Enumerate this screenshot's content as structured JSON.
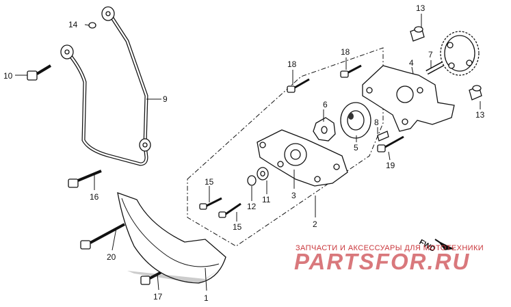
{
  "diagram": {
    "callouts": {
      "c1": "1",
      "c2": "2",
      "c3": "3",
      "c4": "4",
      "c5": "5",
      "c6": "6",
      "c7": "7",
      "c8": "8",
      "c9": "9",
      "c10": "10",
      "c11": "11",
      "c12": "12",
      "c13a": "13",
      "c13b": "13",
      "c14": "14",
      "c15a": "15",
      "c15b": "15",
      "c16": "16",
      "c17": "17",
      "c18": "18",
      "c19": "19",
      "c20": "20"
    },
    "direction_label": "FWD"
  },
  "watermark": {
    "subtitle": "ЗАПЧАСТИ И АКСЕССУАРЫ ДЛЯ МОТОТЕХНИКИ",
    "logo": "PARTSFOR.RU"
  }
}
